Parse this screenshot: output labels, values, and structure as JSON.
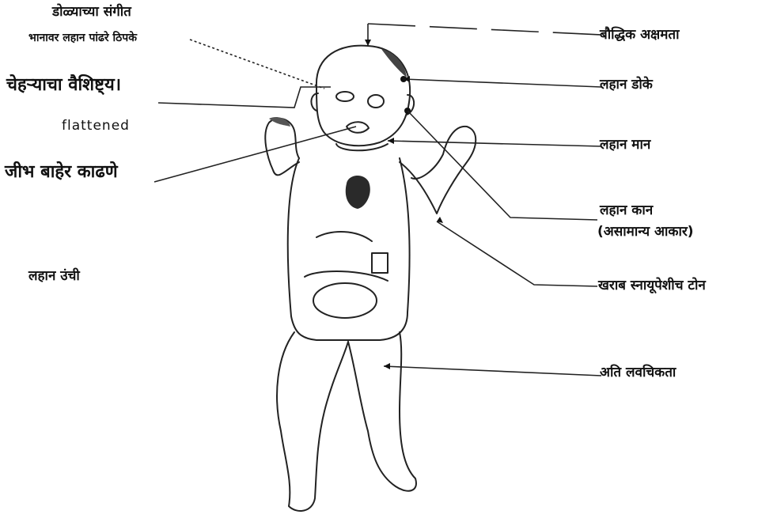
{
  "labels": {
    "eye_line1": "डोळ्याच्या संगीत",
    "eye_line2": "भानावर लहान पांढरे ठिपके",
    "facial_features": "चेहऱ्याचा वैशिष्ट्य।",
    "flattened": "flattened",
    "tongue_out": "जीभ बाहेर काढणे",
    "short_height": "लहान उंची",
    "intellectual_disability": "बौद्धिक अक्षमता",
    "small_head": "लहान डोके",
    "small_neck": "लहान मान",
    "small_ears": "लहान कान",
    "unusual_shape": "(असामान्य आकार)",
    "poor_muscle_tone": "खराब स्नायूपेशीच टोन",
    "hyperflexibility": "अति लवचिकता"
  },
  "colors": {
    "ink": "#111111",
    "shading": "#2a2a2a"
  }
}
